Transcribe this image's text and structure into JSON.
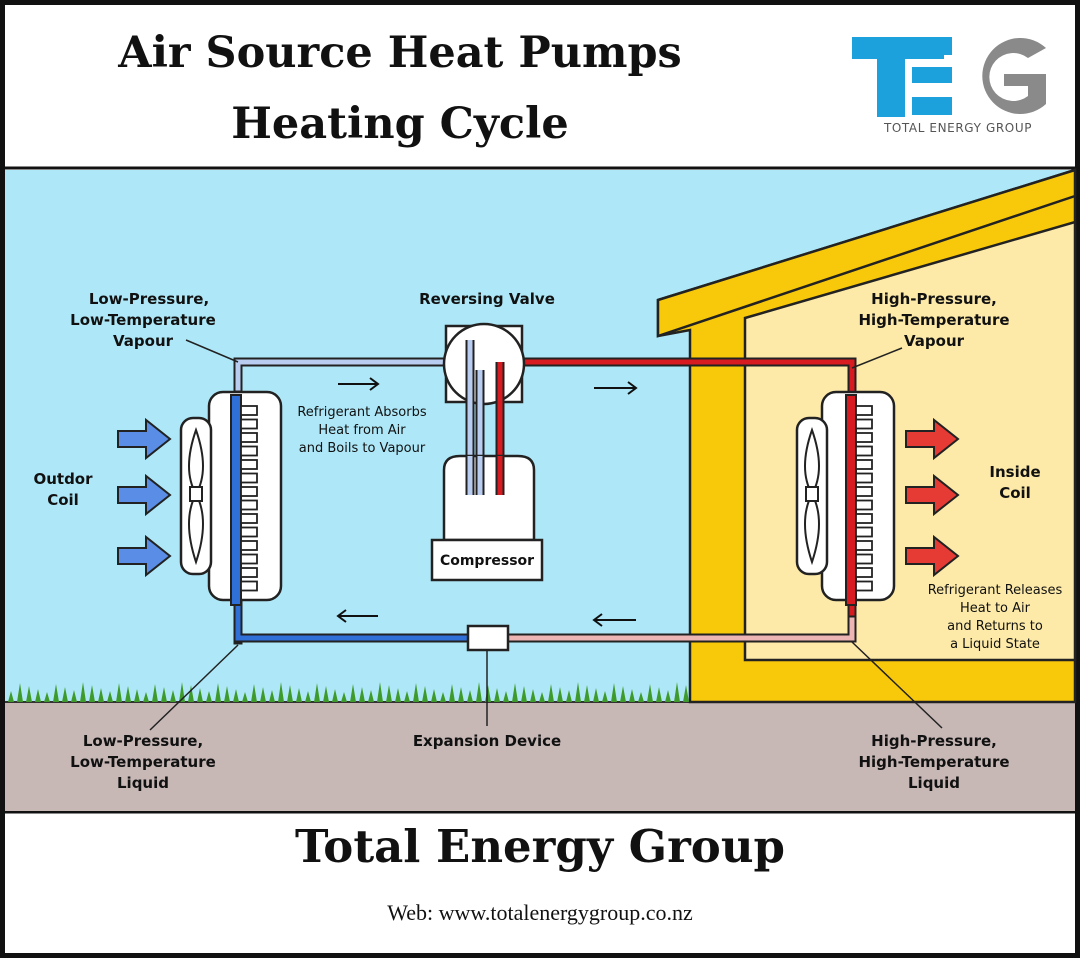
{
  "header": {
    "title_line1": "Air Source Heat Pumps",
    "title_line2": "Heating Cycle",
    "logo": {
      "letters": "TEG",
      "tagline": "TOTAL ENERGY GROUP",
      "colors": {
        "T": "#1da1dc",
        "E": "#1da1dc",
        "G": "#8a8a8a"
      }
    }
  },
  "diagram": {
    "labels": {
      "low_vapour": [
        "Low-Pressure,",
        "Low-Temperature",
        "Vapour"
      ],
      "reversing_valve": "Reversing Valve",
      "high_vapour": [
        "High-Pressure,",
        "High-Temperature",
        "Vapour"
      ],
      "absorbs": [
        "Refrigerant Absorbs",
        "Heat from Air",
        "and Boils to Vapour"
      ],
      "outdoor_coil": [
        "Outdor",
        "Coil"
      ],
      "compressor": "Compressor",
      "inside_coil": [
        "Inside",
        "Coil"
      ],
      "releases": [
        "Refrigerant Releases",
        "Heat to Air",
        "and Returns to",
        "a Liquid State"
      ],
      "low_liquid": [
        "Low-Pressure,",
        "Low-Temperature",
        "Liquid"
      ],
      "expansion": "Expansion Device",
      "high_liquid": [
        "High-Pressure,",
        "High-Temperature",
        "Liquid"
      ]
    },
    "colors": {
      "sky": "#aee8f8",
      "ground": "#c7b8b6",
      "house_wall": "#f8c80a",
      "house_interior": "#fdeaa8",
      "cold_pipe": "#2f6fd8",
      "light_pipe": "#b9cdf0",
      "hot_pipe": "#d81b20",
      "warm_pipe": "#eeb5b5",
      "cold_arrow": "#5a8ee6",
      "hot_arrow": "#e63a34",
      "grass": "#3e9a2a"
    }
  },
  "footer": {
    "title": "Total Energy Group",
    "web": "Web: www.totalenergygroup.co.nz"
  }
}
